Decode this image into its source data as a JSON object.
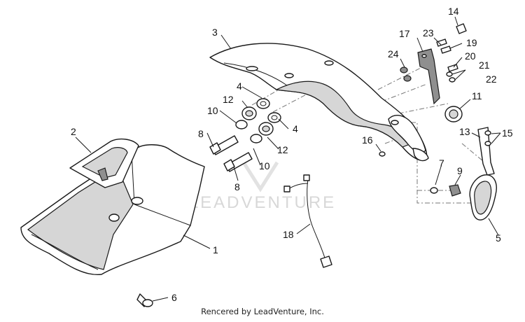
{
  "diagram": {
    "watermark": "LEADVENTURE",
    "credit": "Rencered by LeadVenture, Inc.",
    "callouts": {
      "c1": "1",
      "c2": "2",
      "c3": "3",
      "c4a": "4",
      "c4b": "4",
      "c5": "5",
      "c6": "6",
      "c7": "7",
      "c8a": "8",
      "c8b": "8",
      "c9": "9",
      "c10a": "10",
      "c10b": "10",
      "c11": "11",
      "c12a": "12",
      "c12b": "12",
      "c13": "13",
      "c14": "14",
      "c15": "15",
      "c16": "16",
      "c17": "17",
      "c18": "18",
      "c19": "19",
      "c20": "20",
      "c21": "21",
      "c22": "22",
      "c23": "23",
      "c24": "24"
    }
  }
}
